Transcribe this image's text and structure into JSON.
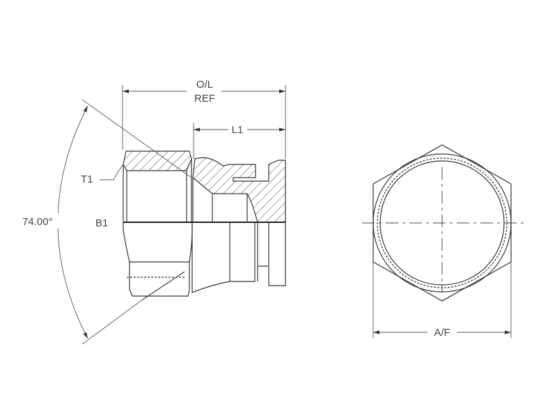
{
  "labels": {
    "overall_length": "O/L",
    "overall_length_ref": "REF",
    "length_1": "L1",
    "thread": "T1",
    "bore": "B1",
    "angle": "74.00°",
    "across_flats": "A/F"
  }
}
